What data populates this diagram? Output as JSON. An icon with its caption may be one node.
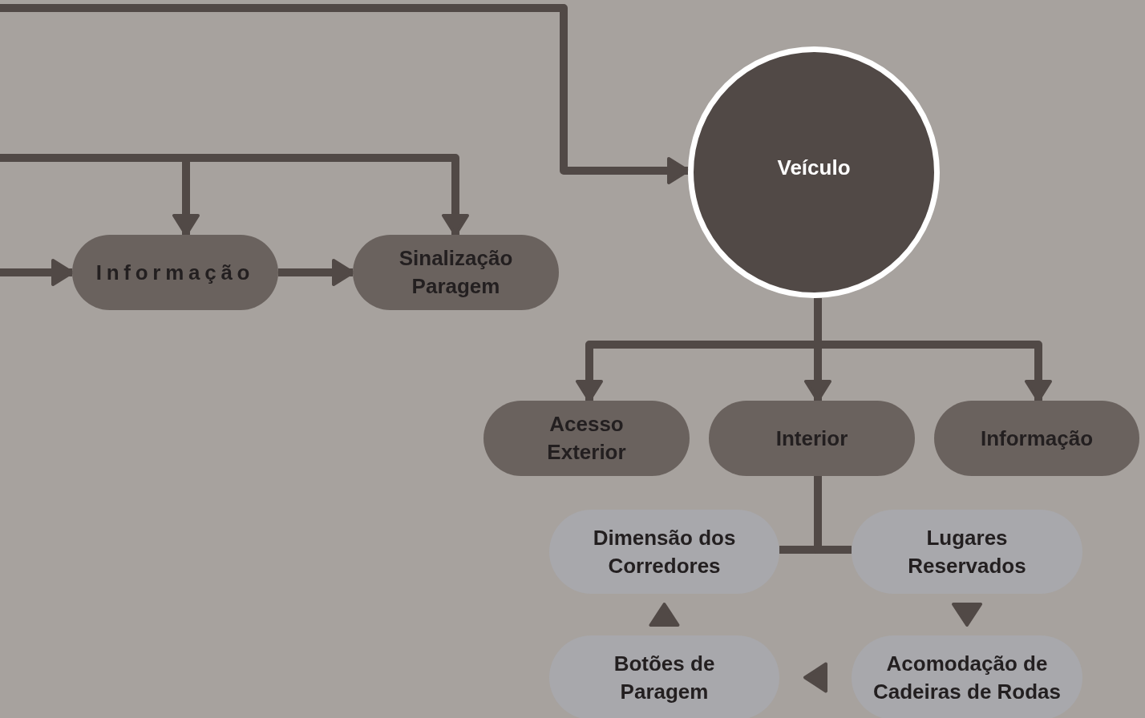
{
  "diagram": {
    "nodes": [
      {
        "text": [
          "Informação"
        ]
      },
      {
        "text": [
          "Sinalização Paragem"
        ]
      },
      {
        "text": [
          "Veículo"
        ]
      },
      {
        "text": [
          "Acesso Exterior"
        ]
      },
      {
        "text": [
          "Interior"
        ]
      },
      {
        "text": [
          "Informação"
        ]
      },
      {
        "text": [
          "Dimensão dos Corredores"
        ]
      },
      {
        "text": [
          "Lugares Reservados"
        ]
      },
      {
        "text": [
          "Botões de Paragem"
        ]
      },
      {
        "text": [
          "Acomodação de Cadeiras de Rodas"
        ]
      }
    ],
    "edges": [
      {
        "from": null,
        "to": 0,
        "arrow": "to"
      },
      {
        "from": 0,
        "to": 1,
        "arrow": "to"
      },
      {
        "from": null,
        "to": 0,
        "arrow": "to"
      },
      {
        "from": null,
        "to": 1,
        "arrow": "to"
      },
      {
        "from": null,
        "to": 2,
        "arrow": "to"
      },
      {
        "from": 2,
        "to": 3,
        "arrow": "to"
      },
      {
        "from": 2,
        "to": 4,
        "arrow": "to"
      },
      {
        "from": 2,
        "to": 5,
        "arrow": "to"
      },
      {
        "from": 4,
        "to": 6,
        "arrow": "none"
      },
      {
        "from": 4,
        "to": 7,
        "arrow": "none"
      },
      {
        "from": 7,
        "to": 9,
        "arrow": "to"
      },
      {
        "from": 9,
        "to": 8,
        "arrow": "to"
      },
      {
        "from": 8,
        "to": 6,
        "arrow": "to"
      }
    ]
  }
}
